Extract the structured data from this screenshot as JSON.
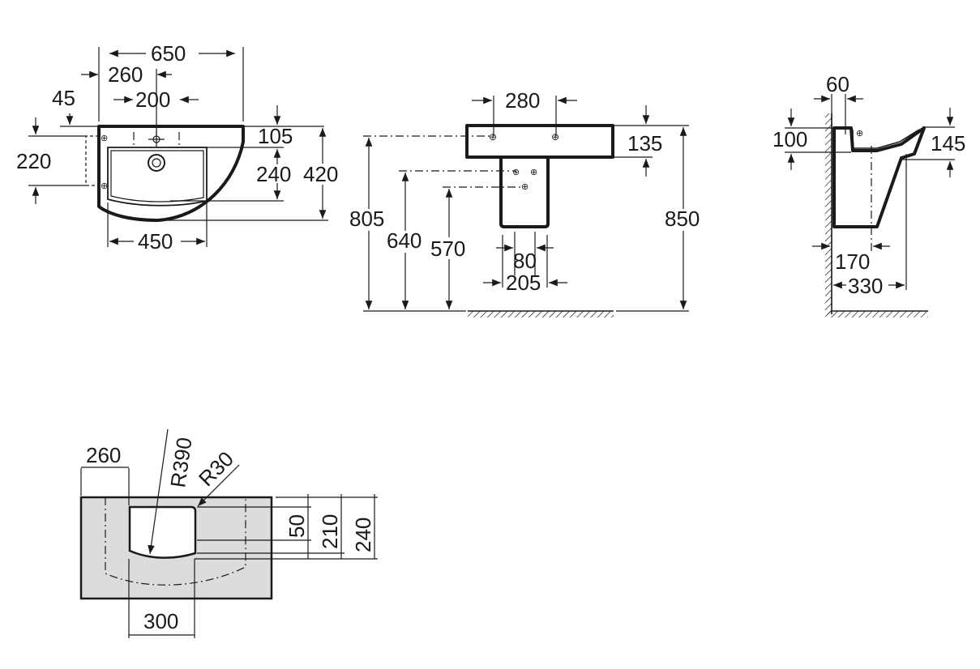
{
  "top_view": {
    "width_650": "650",
    "dim_260": "260",
    "dim_45": "45",
    "dim_200": "200",
    "dim_105": "105",
    "dim_220": "220",
    "dim_240": "240",
    "dim_420": "420",
    "dim_450": "450"
  },
  "front_view": {
    "dim_280": "280",
    "dim_135": "135",
    "dim_805": "805",
    "dim_640": "640",
    "dim_570": "570",
    "dim_850": "850",
    "dim_80": "80",
    "dim_205": "205"
  },
  "side_view": {
    "dim_60": "60",
    "dim_100": "100",
    "dim_145": "145",
    "dim_170": "170",
    "dim_330": "330"
  },
  "cutout_view": {
    "dim_260": "260",
    "radius_390": "R390",
    "radius_30": "R30",
    "dim_50": "50",
    "dim_210": "210",
    "dim_240": "240",
    "dim_300": "300"
  }
}
